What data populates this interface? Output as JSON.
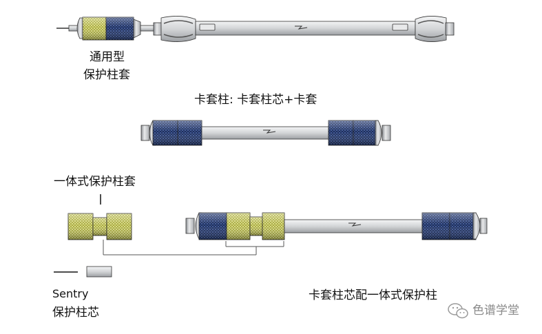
{
  "labels": {
    "universal_guard_line1": "通用型",
    "universal_guard_line2": "保护柱套",
    "cartridge_title": "卡套柱:  卡套柱芯+卡套",
    "integrated_guard": "一体式保护柱套",
    "sentry_line1": "Sentry",
    "sentry_line2": "保护柱芯",
    "cartridge_with_guard": "卡套柱芯配一体式保护柱"
  },
  "watermark": {
    "text": "色谱学堂",
    "icon": "wechat-icon"
  },
  "colors": {
    "yellow_fitting": "#b5b64a",
    "blue_fitting": "#23386d",
    "tube": "#d6d8da",
    "outline": "#1a1a1a"
  }
}
